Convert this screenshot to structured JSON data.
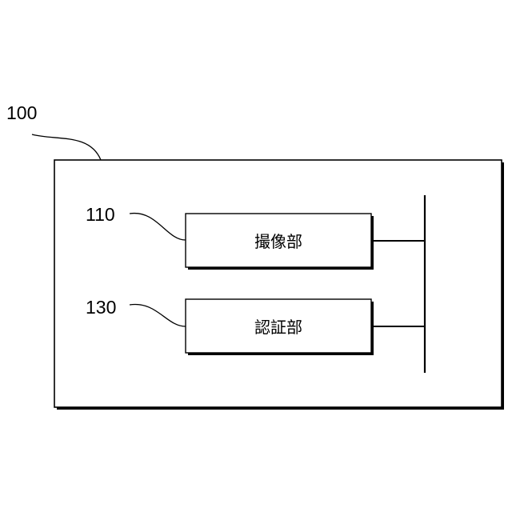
{
  "diagram": {
    "device": {
      "ref": "100"
    },
    "blocks": [
      {
        "ref": "110",
        "label": "撮像部"
      },
      {
        "ref": "130",
        "label": "認証部"
      }
    ],
    "colors": {
      "line": "#000000",
      "background": "#ffffff"
    }
  }
}
